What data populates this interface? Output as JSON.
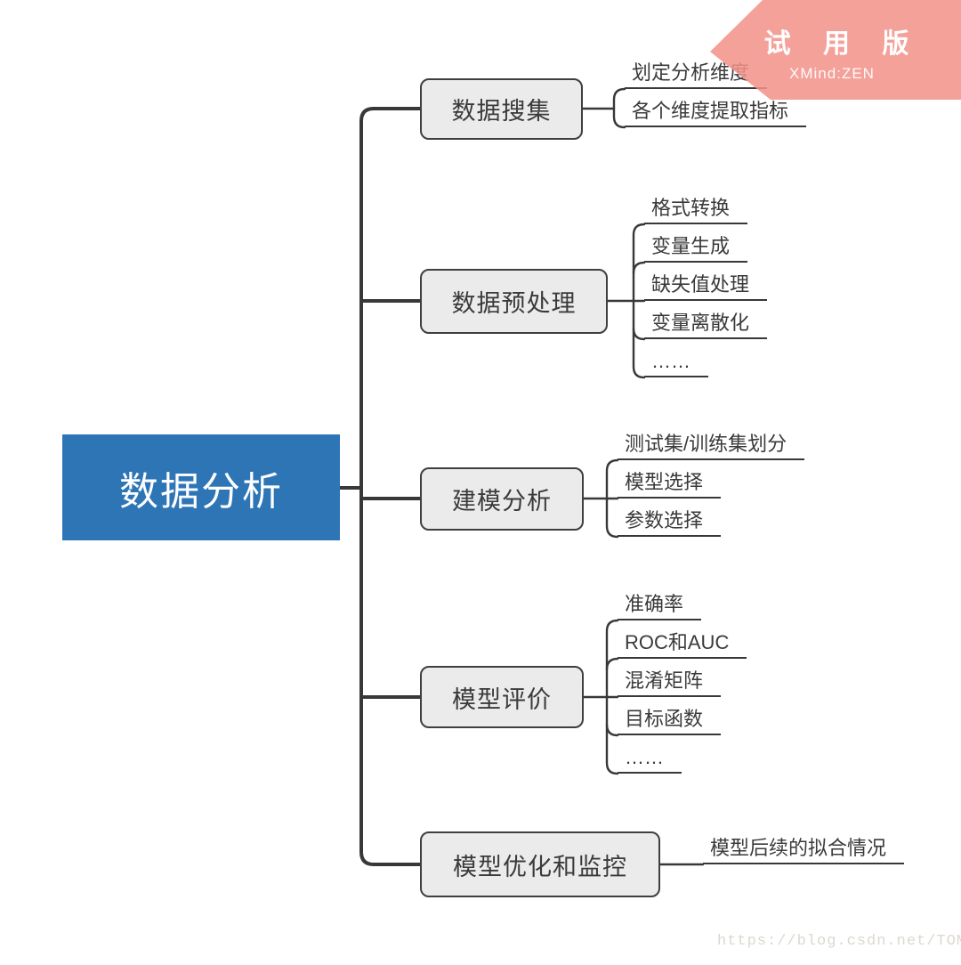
{
  "root": {
    "label": "数据分析"
  },
  "branches": [
    {
      "label": "数据搜集",
      "children": [
        {
          "label": "划定分析维度"
        },
        {
          "label": "各个维度提取指标"
        }
      ]
    },
    {
      "label": "数据预处理",
      "children": [
        {
          "label": "格式转换"
        },
        {
          "label": "变量生成"
        },
        {
          "label": "缺失值处理"
        },
        {
          "label": "变量离散化"
        },
        {
          "label": "……"
        }
      ]
    },
    {
      "label": "建模分析",
      "children": [
        {
          "label": "测试集/训练集划分"
        },
        {
          "label": "模型选择"
        },
        {
          "label": "参数选择"
        }
      ]
    },
    {
      "label": "模型评价",
      "children": [
        {
          "label": "准确率"
        },
        {
          "label": "ROC和AUC"
        },
        {
          "label": "混淆矩阵"
        },
        {
          "label": "目标函数"
        },
        {
          "label": "……"
        }
      ]
    },
    {
      "label": "模型优化和监控",
      "children": [
        {
          "label": "模型后续的拟合情况"
        }
      ]
    }
  ],
  "trial_badge": {
    "title": "试 用 版",
    "subtitle": "XMind:ZEN",
    "color": "#F3928A"
  },
  "watermark": {
    "text": "https://blog.csdn.net/TOMOCAT"
  },
  "colors": {
    "root_bg": "#2E75B6",
    "root_text": "#FFFFFF",
    "topic_bg": "#EBEBEB",
    "topic_border": "#3F3F3F",
    "line": "#383838",
    "text": "#3A3A3A"
  }
}
